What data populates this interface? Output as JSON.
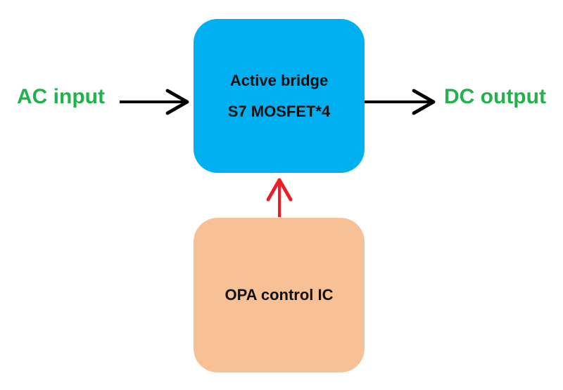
{
  "diagram": {
    "input_label": "AC input",
    "output_label": "DC output",
    "bridge_block": {
      "line1": "Active bridge",
      "line2": "S7 MOSFET*4"
    },
    "control_block": {
      "label": "OPA control IC"
    }
  },
  "colors": {
    "io_label": "#22b14c",
    "bridge_fill": "#00b0f0",
    "control_fill": "#f8c195",
    "signal_arrow": "#000000",
    "control_arrow": "#ee1c24",
    "text": "#111111"
  }
}
